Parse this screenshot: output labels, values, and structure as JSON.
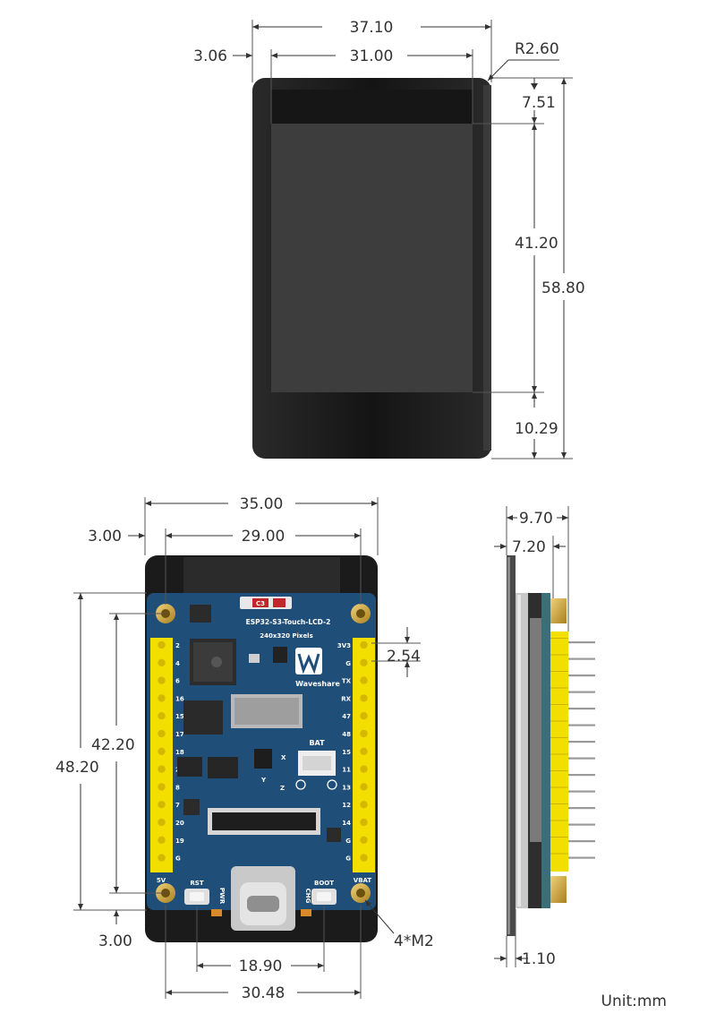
{
  "top_view": {
    "overall_width": "37.10",
    "screen_width": "31.00",
    "left_margin": "3.06",
    "corner_radius": "R2.60",
    "top_bezel": "7.51",
    "screen_height": "41.20",
    "overall_height": "58.80",
    "bottom_bezel": "10.29"
  },
  "bottom_view": {
    "board_width": "35.00",
    "hole_spacing_x": "29.00",
    "hole_inset_x": "3.00",
    "hole_spacing_y": "42.20",
    "board_height": "48.20",
    "hole_inset_y": "3.00",
    "pin_pitch": "2.54",
    "mount_holes": "4*M2",
    "usb_span": "18.90",
    "header_span": "30.48",
    "board_label": "ESP32-S3-Touch-LCD-2",
    "resolution_label": "240x320 Pixels",
    "brand": "Waveshare",
    "bat_label": "BAT",
    "rst_label": "RST",
    "pwr_label": "PWR",
    "boot_label": "BOOT",
    "chg_label": "CHG",
    "cap_label": "C3",
    "left_pins": [
      "2",
      "4",
      "6",
      "16",
      "15",
      "17",
      "18",
      "21",
      "8",
      "7",
      "20",
      "19",
      "G"
    ],
    "right_pins": [
      "3V3",
      "G",
      "TX",
      "RX",
      "47",
      "48",
      "15",
      "11",
      "13",
      "12",
      "14",
      "G",
      "G"
    ],
    "bottom_left_pin": "5V",
    "bottom_right_pin": "VBAT",
    "axis_x": "X",
    "axis_y": "Y",
    "axis_z": "Z"
  },
  "side_view": {
    "total_thickness": "9.70",
    "body_thickness": "7.20",
    "glass_thickness": "1.10"
  },
  "unit_label": "Unit:mm",
  "colors": {
    "pcb": "#1e4f7a",
    "header": "#f5e200",
    "bezel": "#1a1a1a",
    "screen": "#3c3c3c",
    "gold": "#c9a13b"
  }
}
